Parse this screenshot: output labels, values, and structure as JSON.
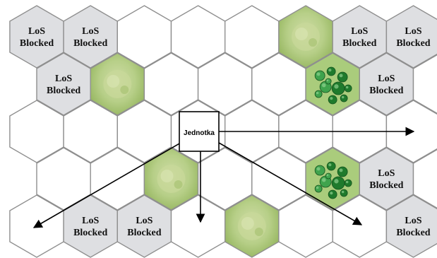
{
  "labels": {
    "unit": "Jednotka",
    "los_line1": "LoS",
    "los_line2": "Blocked"
  },
  "grid": {
    "rows": [
      [
        "blocked",
        "blocked",
        "empty",
        "empty",
        "empty",
        "clearing",
        "blocked",
        "blocked"
      ],
      [
        "blocked",
        "clearing",
        "empty",
        "empty",
        "empty",
        "forest",
        "blocked",
        "empty"
      ],
      [
        "empty",
        "empty",
        "empty",
        "empty",
        "empty",
        "empty",
        "empty",
        "empty"
      ],
      [
        "empty",
        "empty",
        "clearing",
        "empty",
        "empty",
        "forest",
        "blocked",
        "empty"
      ],
      [
        "empty",
        "blocked",
        "blocked",
        "empty",
        "clearing",
        "empty",
        "empty",
        "blocked"
      ]
    ]
  },
  "arrows": [
    {
      "direction": "east"
    },
    {
      "direction": "south"
    },
    {
      "direction": "south-west"
    },
    {
      "direction": "south-east"
    }
  ],
  "colors": {
    "hex_border": "#8f8f8f",
    "blocked_fill": "#dedfe2",
    "empty_fill": "#ffffff",
    "clearing_fill": "#b7cf88",
    "forest_fill": "#aacc7c",
    "tree_dark": "#1f7a2c",
    "tree_light": "#3fa34d",
    "arrow": "#000000"
  }
}
